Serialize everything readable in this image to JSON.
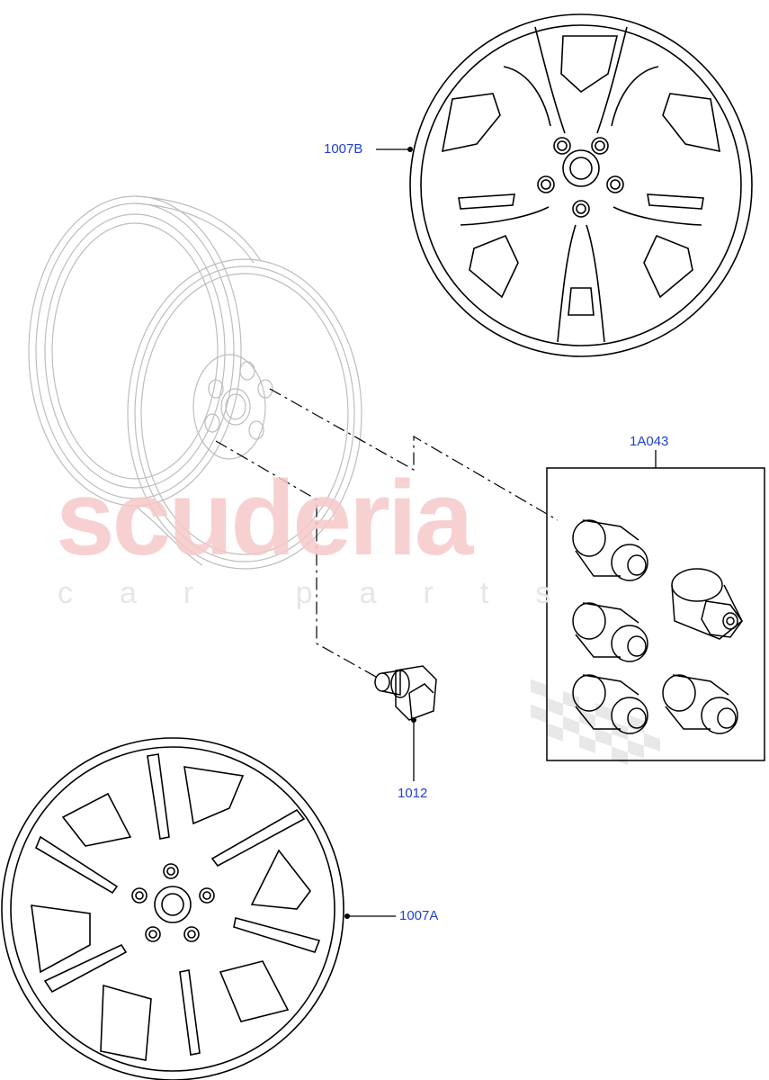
{
  "callouts": {
    "wheel_upper": "1007B",
    "wheel_lower": "1007A",
    "wheel_nut": "1012",
    "locking_nut_kit": "1A043"
  },
  "watermark": {
    "main": "scuderia",
    "sub": "car parts",
    "main_color": "#f6c9c9",
    "sub_color": "#e6e6e6"
  },
  "colors": {
    "line": "#000000",
    "ghost_line": "#bdbdbd",
    "callout_text": "#1f3fd6"
  }
}
